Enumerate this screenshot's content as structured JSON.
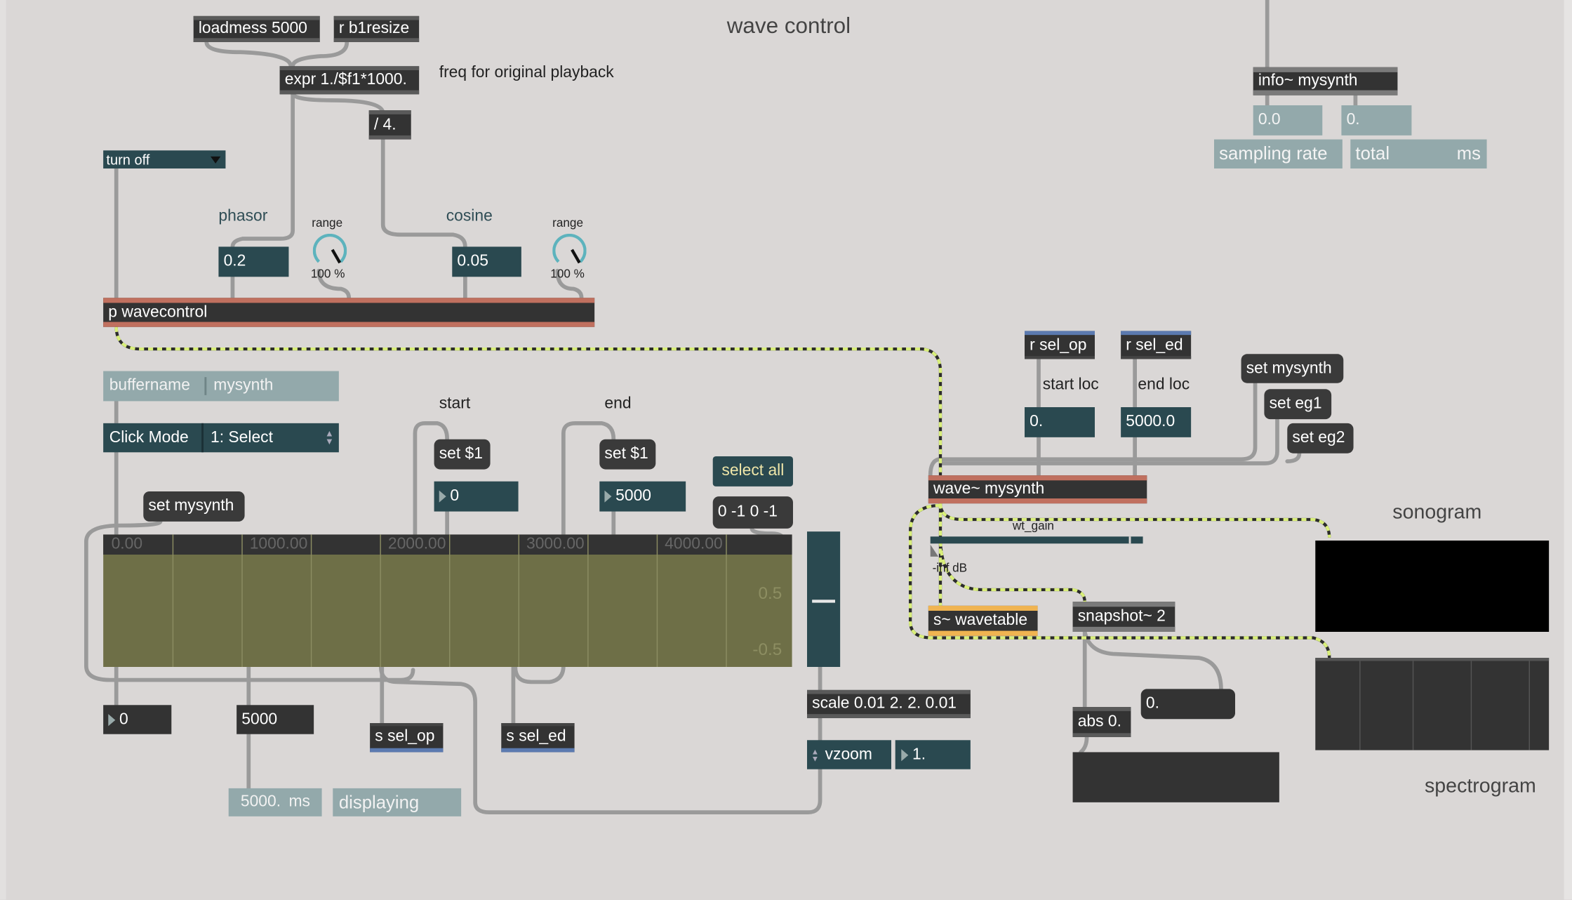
{
  "title": "wave control",
  "objects": {
    "loadmess": "loadmess 5000",
    "r_b1resize": "r b1resize",
    "expr": "expr 1./$f1*1000.",
    "div4": "/ 4.",
    "p_wavecontrol": "p wavecontrol",
    "wave": "wave~ mysynth",
    "r_sel_op": "r sel_op",
    "r_sel_ed": "r sel_ed",
    "s_sel_op": "s sel_op",
    "s_sel_ed": "s sel_ed",
    "s_wavetable": "s~ wavetable",
    "snapshot": "snapshot~ 2",
    "abs": "abs 0.",
    "scale": "scale 0.01 2. 2. 0.01",
    "info": "info~ mysynth"
  },
  "messages": {
    "set_mysynth_left": "set mysynth",
    "set1_start": "set $1",
    "set1_end": "set $1",
    "select_all": "select all",
    "range_msg": "0 -1 0 -1",
    "set_mysynth_right": "set mysynth",
    "set_eg1": "set eg1",
    "set_eg2": "set eg2",
    "snapshot_out": "0."
  },
  "comments": {
    "freq": "freq for original playback",
    "phasor": "phasor",
    "cosine": "cosine",
    "range1": "range",
    "range2": "range",
    "start": "start",
    "end": "end",
    "start_loc": "start loc",
    "end_loc": "end loc",
    "wt_gain": "wt_gain",
    "inf_db": "-inf dB",
    "sonogram": "sonogram",
    "spectrogram": "spectrogram"
  },
  "menu_turn_off": "turn off",
  "dials": [
    {
      "label": "100 %",
      "value": 100
    },
    {
      "label": "100 %",
      "value": 100
    }
  ],
  "numbers": {
    "phasor": "0.2",
    "cosine": "0.05",
    "start": "0",
    "end": "5000",
    "bottom_start": "0",
    "bottom_end": "5000",
    "start_loc": "0.",
    "end_loc": "5000.0",
    "vzoom_val": "1.",
    "sampling_rate": "0.0",
    "total": "0."
  },
  "attrui": {
    "buffername_label": "buffername",
    "buffername_value": "mysynth",
    "clickmode_label": "Click Mode",
    "clickmode_value": "1: Select",
    "vzoom_label": "vzoom",
    "sampling_rate_label": "sampling rate",
    "total_label": "total",
    "total_unit": "ms",
    "ms_value": "5000.",
    "ms_unit": "ms",
    "displaying": "displaying"
  },
  "waveform": {
    "ruler": [
      "0.00",
      "1000.00",
      "2000.00",
      "3000.00",
      "4000.00"
    ],
    "y_labels": [
      "0.5",
      "-0.5"
    ],
    "color": "#6e6f47"
  },
  "vslider_value": 0.5,
  "meter_level": 0
}
